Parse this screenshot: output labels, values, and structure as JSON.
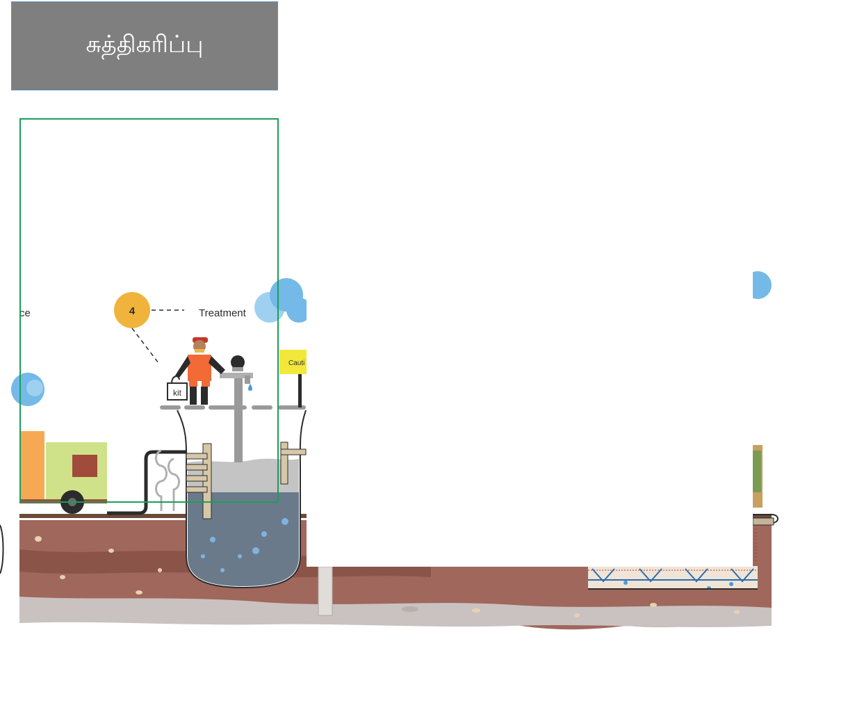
{
  "title": "சுத்திகரிப்பு",
  "illustration": {
    "step_number": "4",
    "step_label": "Treatment",
    "left_partial_label": "ce",
    "kit_label": "kit",
    "sign_label": "Cauti"
  },
  "colors": {
    "title_bg": "#7f7f7f",
    "title_border": "#5b8fd0",
    "highlight_border": "#1a9e5a",
    "step_badge": "#f0b43c",
    "cloud": "#74b9e8",
    "soil": "#a0675c",
    "water": "#6b7a8a",
    "worker_shirt": "#f26a35",
    "truck_cab": "#cfe28a",
    "truck_body": "#f6a955",
    "sign": "#f2e83a"
  }
}
